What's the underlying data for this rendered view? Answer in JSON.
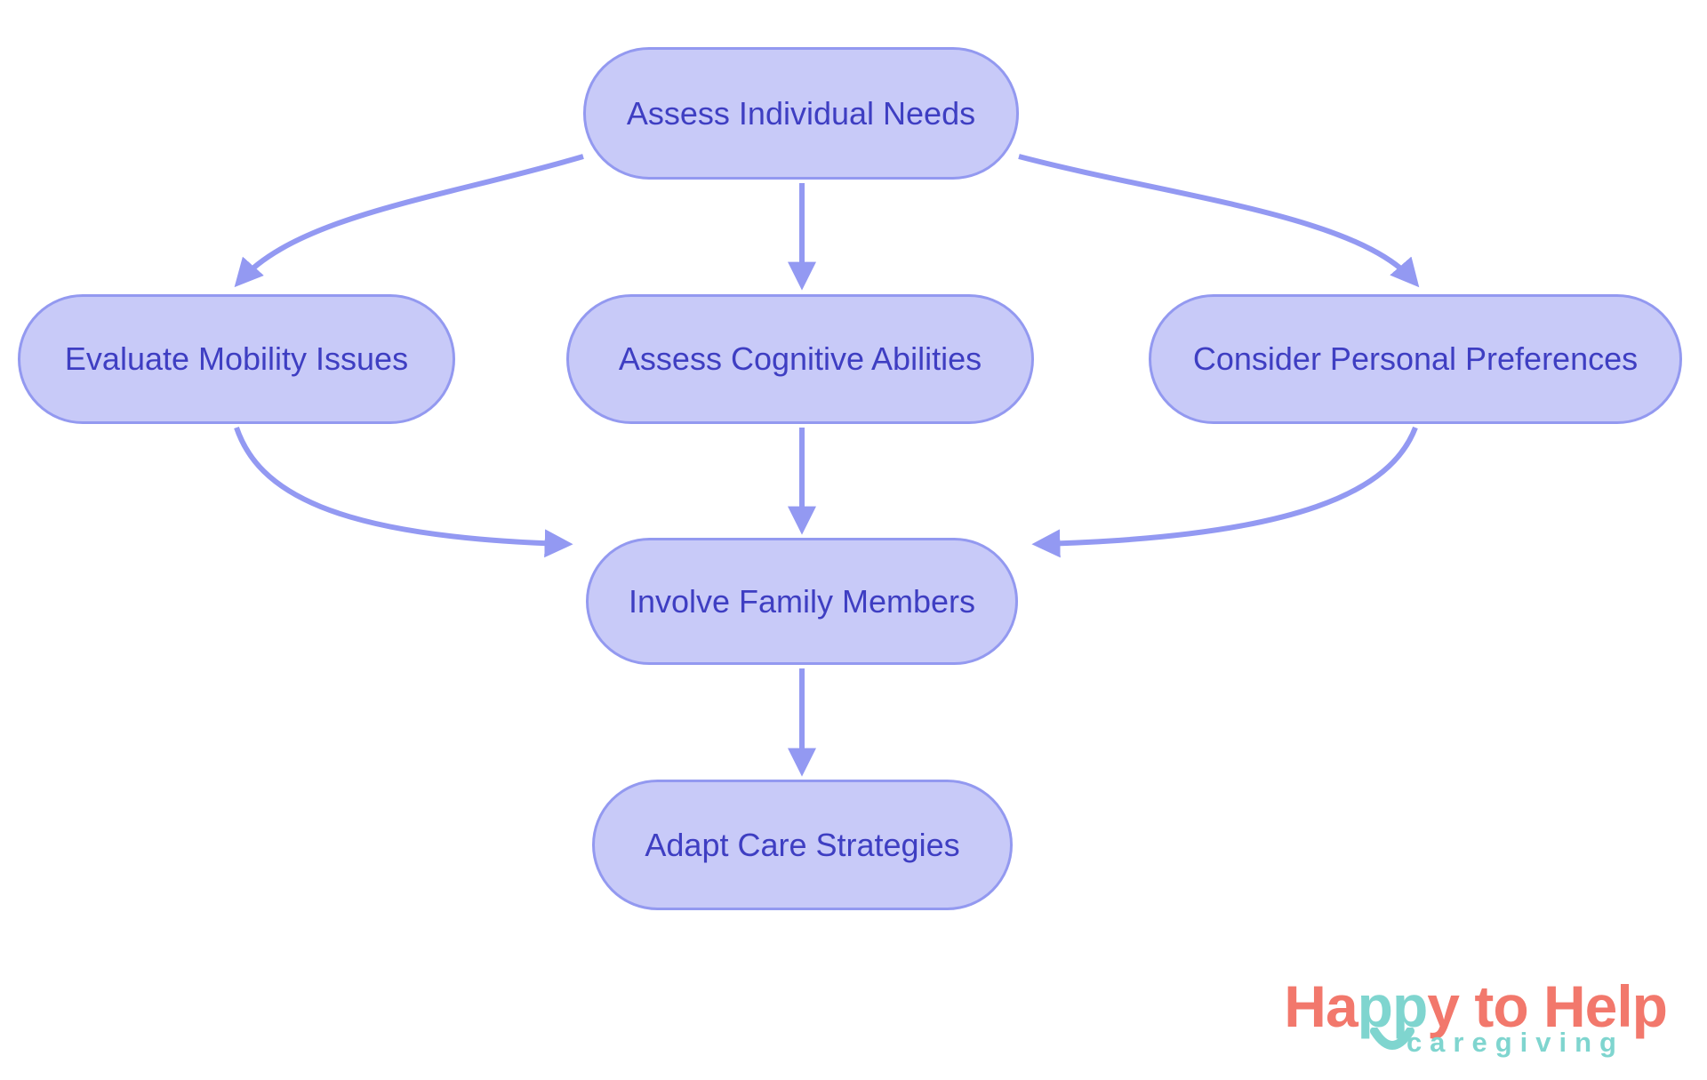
{
  "diagram": {
    "type": "flowchart",
    "background_color": "#ffffff",
    "node_fill_color": "#c8caf8",
    "node_border_color": "#9399f0",
    "node_text_color": "#3e3ec2",
    "arrow_color": "#9399f2",
    "nodes": [
      {
        "id": "assess-individual-needs",
        "label": "Assess Individual Needs"
      },
      {
        "id": "evaluate-mobility-issues",
        "label": "Evaluate Mobility Issues"
      },
      {
        "id": "assess-cognitive-abilities",
        "label": "Assess Cognitive Abilities"
      },
      {
        "id": "consider-personal-preferences",
        "label": "Consider Personal Preferences"
      },
      {
        "id": "involve-family-members",
        "label": "Involve Family Members"
      },
      {
        "id": "adapt-care-strategies",
        "label": "Adapt Care Strategies"
      }
    ],
    "edges": [
      {
        "from": "assess-individual-needs",
        "to": "evaluate-mobility-issues"
      },
      {
        "from": "assess-individual-needs",
        "to": "assess-cognitive-abilities"
      },
      {
        "from": "assess-individual-needs",
        "to": "consider-personal-preferences"
      },
      {
        "from": "evaluate-mobility-issues",
        "to": "involve-family-members"
      },
      {
        "from": "assess-cognitive-abilities",
        "to": "involve-family-members"
      },
      {
        "from": "consider-personal-preferences",
        "to": "involve-family-members"
      },
      {
        "from": "involve-family-members",
        "to": "adapt-care-strategies"
      }
    ]
  },
  "logo": {
    "word_part1": "Ha",
    "word_part2": "pp",
    "word_part3": "y to Help",
    "tagline": "caregiving",
    "coral_color": "#f2786c",
    "teal_color": "#7fd5cf"
  }
}
